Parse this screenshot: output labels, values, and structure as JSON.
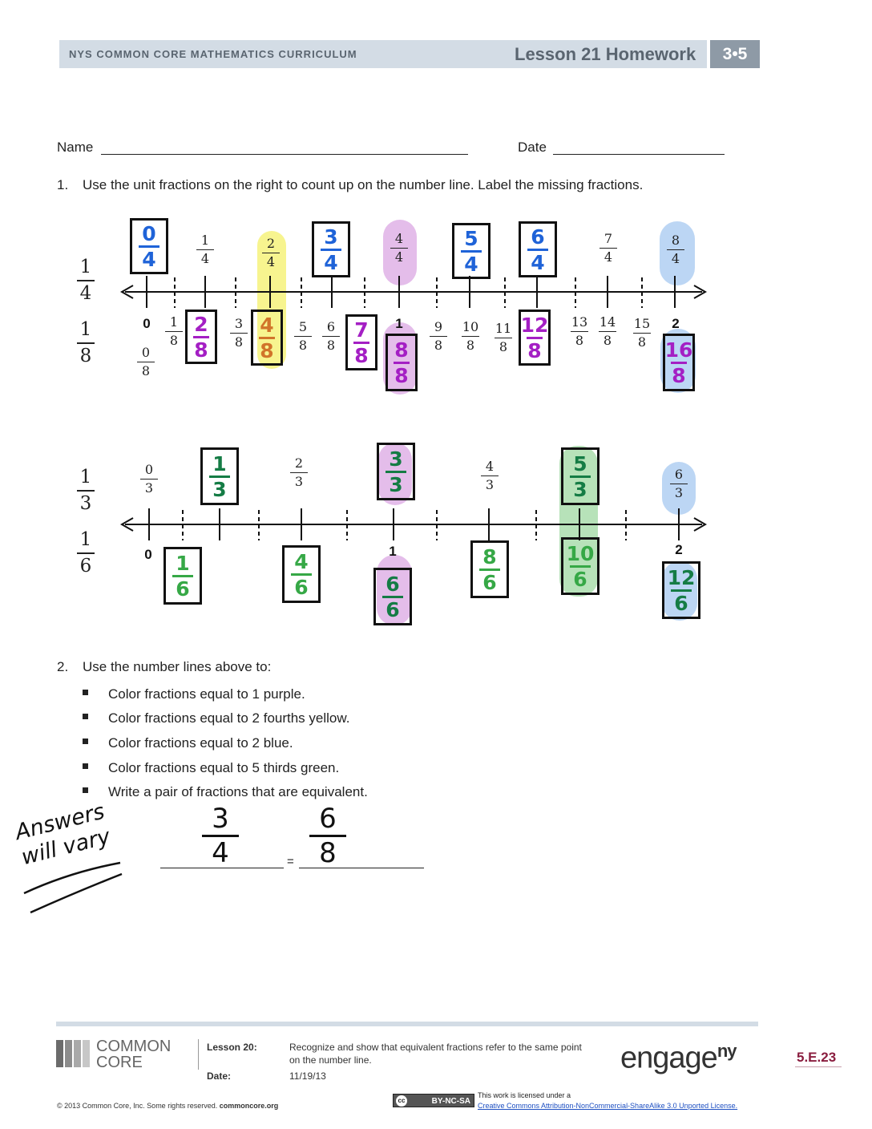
{
  "header": {
    "curriculum": "NYS COMMON CORE MATHEMATICS CURRICULUM",
    "lesson": "Lesson 21 Homework",
    "grade": "3•5"
  },
  "name_label": "Name",
  "date_label": "Date",
  "q1": {
    "number": "1.",
    "text": "Use the unit fractions on the right to count up on the number line.  Label the missing fractions."
  },
  "side_fractions": [
    {
      "n": "1",
      "d": "4"
    },
    {
      "n": "1",
      "d": "8"
    },
    {
      "n": "1",
      "d": "3"
    },
    {
      "n": "1",
      "d": "6"
    }
  ],
  "line1": {
    "wholes": [
      "0",
      "1",
      "2"
    ],
    "printed_fourths": [
      {
        "n": "1",
        "d": "4"
      },
      {
        "n": "2",
        "d": "4"
      },
      {
        "n": "4",
        "d": "4"
      },
      {
        "n": "7",
        "d": "4"
      },
      {
        "n": "8",
        "d": "4"
      }
    ],
    "answer_fourths": [
      {
        "n": "0",
        "d": "4"
      },
      {
        "n": "3",
        "d": "4"
      },
      {
        "n": "5",
        "d": "4"
      },
      {
        "n": "6",
        "d": "4"
      }
    ],
    "printed_eighths": [
      {
        "n": "0",
        "d": "8"
      },
      {
        "n": "1",
        "d": "8"
      },
      {
        "n": "3",
        "d": "8"
      },
      {
        "n": "5",
        "d": "8"
      },
      {
        "n": "6",
        "d": "8"
      },
      {
        "n": "9",
        "d": "8"
      },
      {
        "n": "10",
        "d": "8"
      },
      {
        "n": "11",
        "d": "8"
      },
      {
        "n": "13",
        "d": "8"
      },
      {
        "n": "14",
        "d": "8"
      },
      {
        "n": "15",
        "d": "8"
      }
    ],
    "answer_eighths": [
      {
        "n": "2",
        "d": "8"
      },
      {
        "n": "4",
        "d": "8"
      },
      {
        "n": "7",
        "d": "8"
      },
      {
        "n": "8",
        "d": "8"
      },
      {
        "n": "12",
        "d": "8"
      },
      {
        "n": "16",
        "d": "8"
      }
    ]
  },
  "line2": {
    "wholes": [
      "0",
      "1",
      "2"
    ],
    "printed_thirds": [
      {
        "n": "0",
        "d": "3"
      },
      {
        "n": "2",
        "d": "3"
      },
      {
        "n": "4",
        "d": "3"
      },
      {
        "n": "6",
        "d": "3"
      }
    ],
    "answer_thirds": [
      {
        "n": "1",
        "d": "3"
      },
      {
        "n": "3",
        "d": "3"
      },
      {
        "n": "5",
        "d": "3"
      }
    ],
    "answer_sixths": [
      {
        "n": "1",
        "d": "6"
      },
      {
        "n": "4",
        "d": "6"
      },
      {
        "n": "6",
        "d": "6"
      },
      {
        "n": "8",
        "d": "6"
      },
      {
        "n": "10",
        "d": "6"
      },
      {
        "n": "12",
        "d": "6"
      }
    ]
  },
  "q2": {
    "number": "2.",
    "text": "Use the number lines above to:",
    "bullets": [
      "Color fractions equal to 1 purple.",
      "Color fractions equal to 2 fourths yellow.",
      "Color fractions equal to 2 blue.",
      "Color fractions equal to 5 thirds green.",
      "Write a pair of fractions that are equivalent."
    ],
    "answer_left": {
      "n": "3",
      "d": "4"
    },
    "answer_right": {
      "n": "6",
      "d": "8"
    },
    "equals": "=",
    "note_line1": "Answers",
    "note_line2": "will vary"
  },
  "footer": {
    "logo_line1": "COMMON",
    "logo_line2": "CORE",
    "lesson_label": "Lesson 20:",
    "lesson_text_1": "Recognize and show that equivalent fractions refer to the same point",
    "lesson_text_2": "on the number line.",
    "date_label": "Date:",
    "date_value": "11/19/13",
    "engage": "engage",
    "ny": "ny",
    "page": "5.E.23",
    "copyright": "© 2013 Common Core, Inc. Some rights reserved.",
    "copyright_site": "commoncore.org",
    "cc_badge": "BY-NC-SA",
    "license_1": "This work is licensed under a",
    "license_2": "Creative Commons Attribution-NonCommercial-ShareAlike 3.0 Unported License."
  }
}
